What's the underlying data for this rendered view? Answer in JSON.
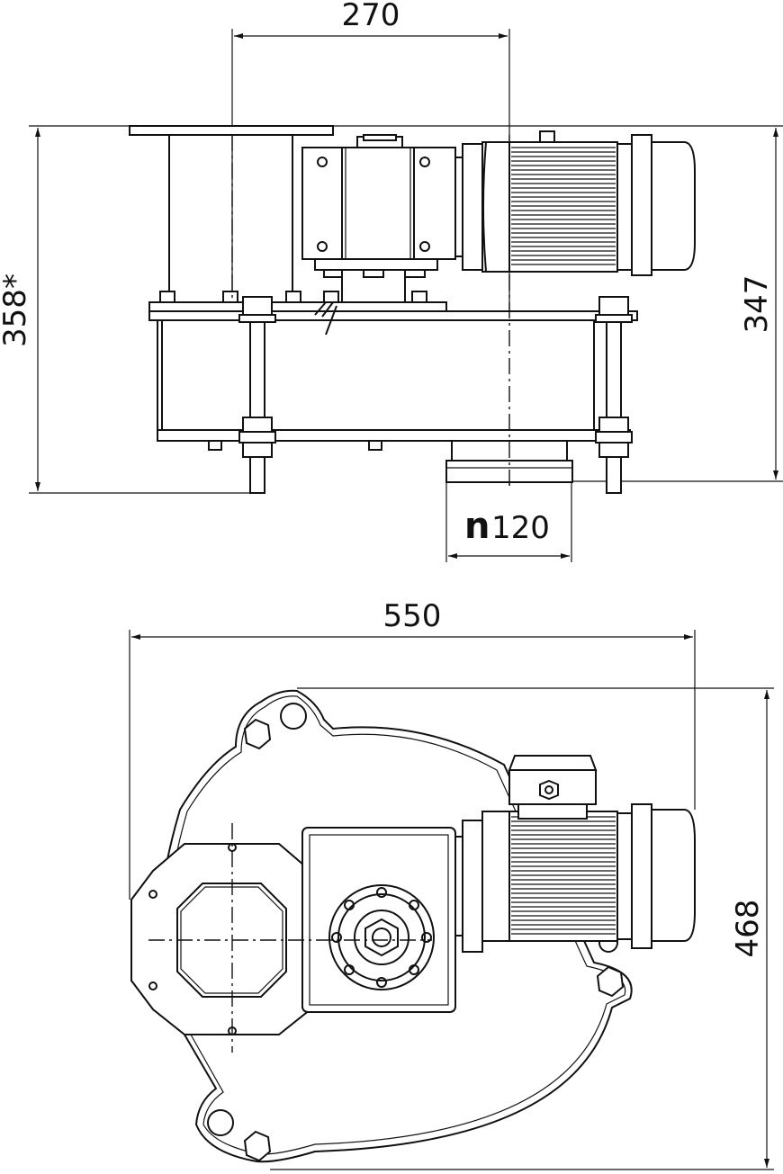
{
  "dimensions": {
    "top_width": "270",
    "overall_height": "358*",
    "right_height": "347",
    "outlet_symbol": "n",
    "outlet_diameter": "120",
    "plan_width": "550",
    "plan_height": "468"
  }
}
